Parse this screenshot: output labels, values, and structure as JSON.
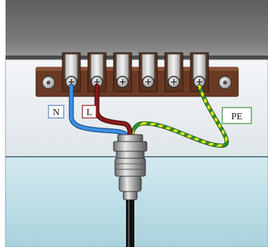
{
  "labels": {
    "neutral": "N",
    "live": "L",
    "protective_earth": "PE"
  },
  "terminal_block": {
    "terminal_count": 6,
    "mounting_screws": 2
  },
  "wires": {
    "neutral_color": "#3d8fe0",
    "live_color": "#8b1a1a",
    "earth_colors": [
      "#e6e21a",
      "#2f8f2f"
    ]
  },
  "colors": {
    "cover": "#6f6f6f",
    "panel": "#e9eef2",
    "enclosure": "#bcdde6",
    "terminal_base": "#6b3a24",
    "neutral_label_border": "#5a7fc0",
    "live_label_border": "#8b1a1a",
    "pe_label_border": "#3a8a3a",
    "cable": "#111111"
  }
}
